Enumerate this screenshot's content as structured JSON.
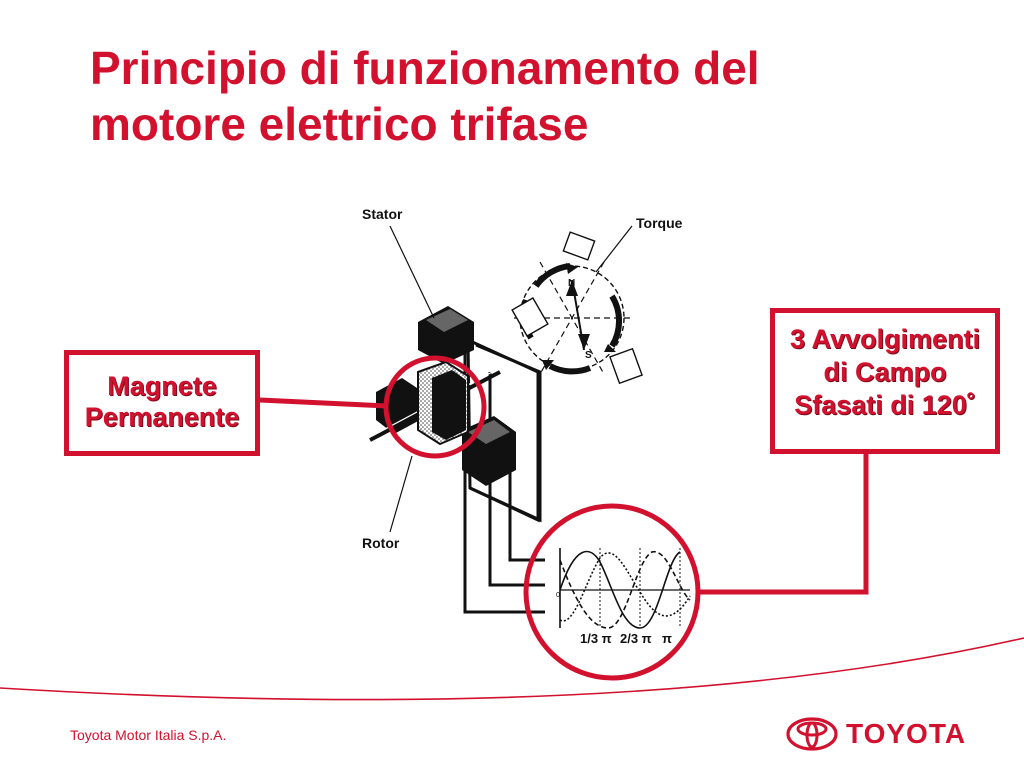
{
  "slide": {
    "title_line1": "Principio di funzionamento del",
    "title_line2": "motore elettrico trifase"
  },
  "callouts": {
    "left": {
      "line1": "Magnete",
      "line2": "Permanente"
    },
    "right": {
      "line1": "3 Avvolgimenti",
      "line2": "di Campo",
      "line3": "Sfasati di 120˚"
    }
  },
  "diagram": {
    "stator_label": "Stator",
    "rotor_label": "Rotor",
    "torque_label": "Torque",
    "pole_n": "N",
    "pole_s": "S",
    "axis_labels": [
      "1/3 π",
      "2/3 π",
      "π"
    ],
    "zero_label": "0"
  },
  "footer": {
    "company": "Toyota Motor Italia S.p.A.",
    "logo_text": "TOYOTA"
  },
  "colors": {
    "accent": "#d2112e",
    "line": "#111111"
  }
}
